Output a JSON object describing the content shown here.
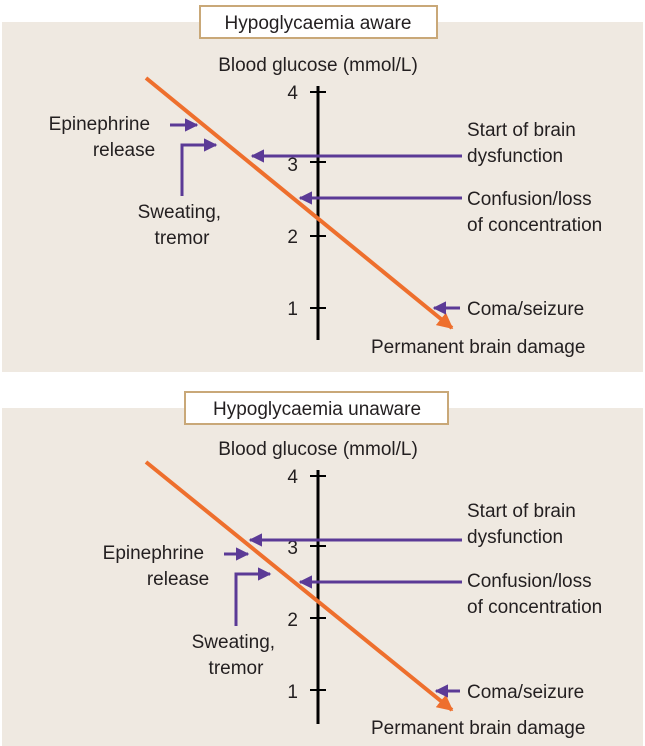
{
  "panels": [
    {
      "id": "aware",
      "title": "Hypoglycaemia aware",
      "axis_title": "Blood glucose (mmol/L)",
      "ticks": [
        "4",
        "3",
        "2",
        "1"
      ],
      "labels": {
        "brain_dysfunction": [
          "Start of brain",
          "dysfunction"
        ],
        "confusion": [
          "Confusion/loss",
          "of concentration"
        ],
        "coma": "Coma/seizure",
        "permanent": "Permanent brain damage",
        "epinephrine": [
          "Epinephrine",
          "release"
        ],
        "sweating": [
          "Sweating,",
          "tremor"
        ]
      }
    },
    {
      "id": "unaware",
      "title": "Hypoglycaemia unaware",
      "axis_title": "Blood glucose (mmol/L)",
      "ticks": [
        "4",
        "3",
        "2",
        "1"
      ],
      "labels": {
        "brain_dysfunction": [
          "Start of brain",
          "dysfunction"
        ],
        "confusion": [
          "Confusion/loss",
          "of concentration"
        ],
        "coma": "Coma/seizure",
        "permanent": "Permanent brain damage",
        "epinephrine": [
          "Epinephrine",
          "release"
        ],
        "sweating": [
          "Sweating,",
          "tremor"
        ]
      }
    }
  ],
  "colors": {
    "panel_background": "#efe9e1",
    "title_border": "#c9a878",
    "glucose_line": "#ee6f2d",
    "pointer_arrows": "#5b3a96",
    "axis": "#000000"
  }
}
